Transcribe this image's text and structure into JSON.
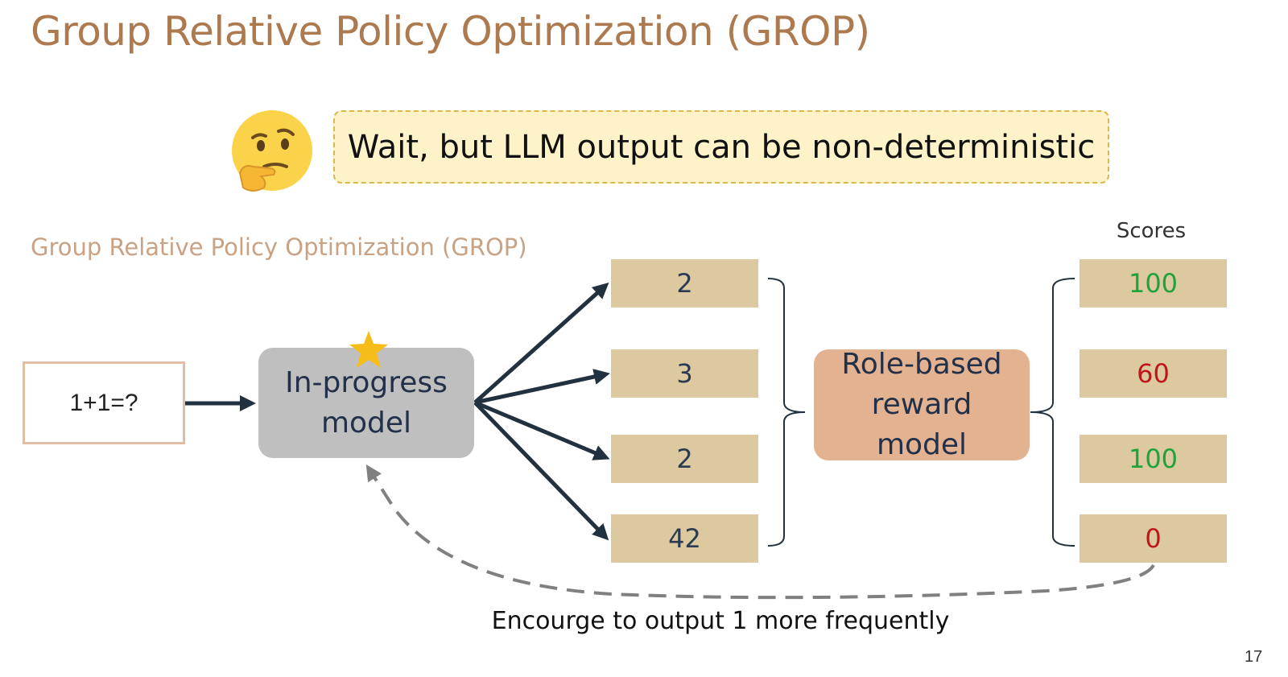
{
  "title": "Group Relative Policy Optimization (GROP)",
  "callout": {
    "text": "Wait, but LLM output can be non-deterministic",
    "icon": "thinking-face-icon"
  },
  "subtitle": "Group Relative Policy Optimization (GROP)",
  "input": {
    "text": "1+1=?"
  },
  "policy_model": {
    "line1": "In-progress",
    "line2": "model",
    "badge_icon": "star-icon"
  },
  "outputs": [
    {
      "value": "2"
    },
    {
      "value": "3"
    },
    {
      "value": "2"
    },
    {
      "value": "42"
    }
  ],
  "reward_model": {
    "line1": "Role-based",
    "line2": "reward",
    "line3": "model"
  },
  "scores_label": "Scores",
  "scores": [
    {
      "value": "100",
      "color": "#1ea33a"
    },
    {
      "value": "60",
      "color": "#c0161a"
    },
    {
      "value": "100",
      "color": "#1ea33a"
    },
    {
      "value": "0",
      "color": "#c0161a"
    }
  ],
  "feedback": "Encourge to output 1 more frequently",
  "page_number": "17",
  "colors": {
    "title": "#ad7a50",
    "output_box": "#dcc9a0",
    "reward_box": "#e3b291",
    "model_box": "#bfbfbf",
    "arrow": "#22313f"
  }
}
